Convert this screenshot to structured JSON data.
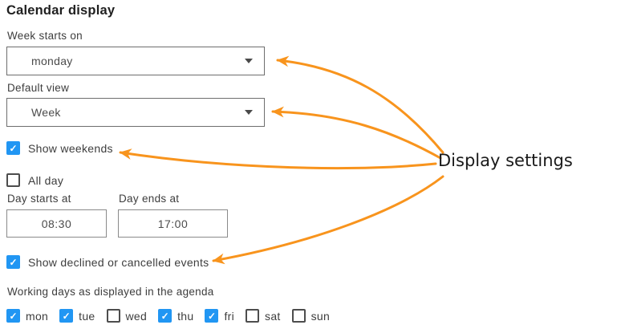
{
  "page": {
    "title": "Calendar display",
    "annotation": {
      "label": "Display settings",
      "color": "#f8941d"
    }
  },
  "fields": {
    "week_starts_on": {
      "label": "Week starts on",
      "value": "monday"
    },
    "default_view": {
      "label": "Default view",
      "value": "Week"
    },
    "show_weekends": {
      "label": "Show weekends",
      "checked": true
    },
    "all_day": {
      "label": "All day",
      "checked": false
    },
    "day_starts_at": {
      "label": "Day starts at",
      "value": "08:30"
    },
    "day_ends_at": {
      "label": "Day ends at",
      "value": "17:00"
    },
    "show_declined": {
      "label": "Show declined or cancelled events",
      "checked": true
    },
    "working_days": {
      "label": "Working days as displayed in the agenda",
      "days": [
        {
          "label": "mon",
          "checked": true
        },
        {
          "label": "tue",
          "checked": true
        },
        {
          "label": "wed",
          "checked": false
        },
        {
          "label": "thu",
          "checked": true
        },
        {
          "label": "fri",
          "checked": true
        },
        {
          "label": "sat",
          "checked": false
        },
        {
          "label": "sun",
          "checked": false
        }
      ]
    }
  }
}
